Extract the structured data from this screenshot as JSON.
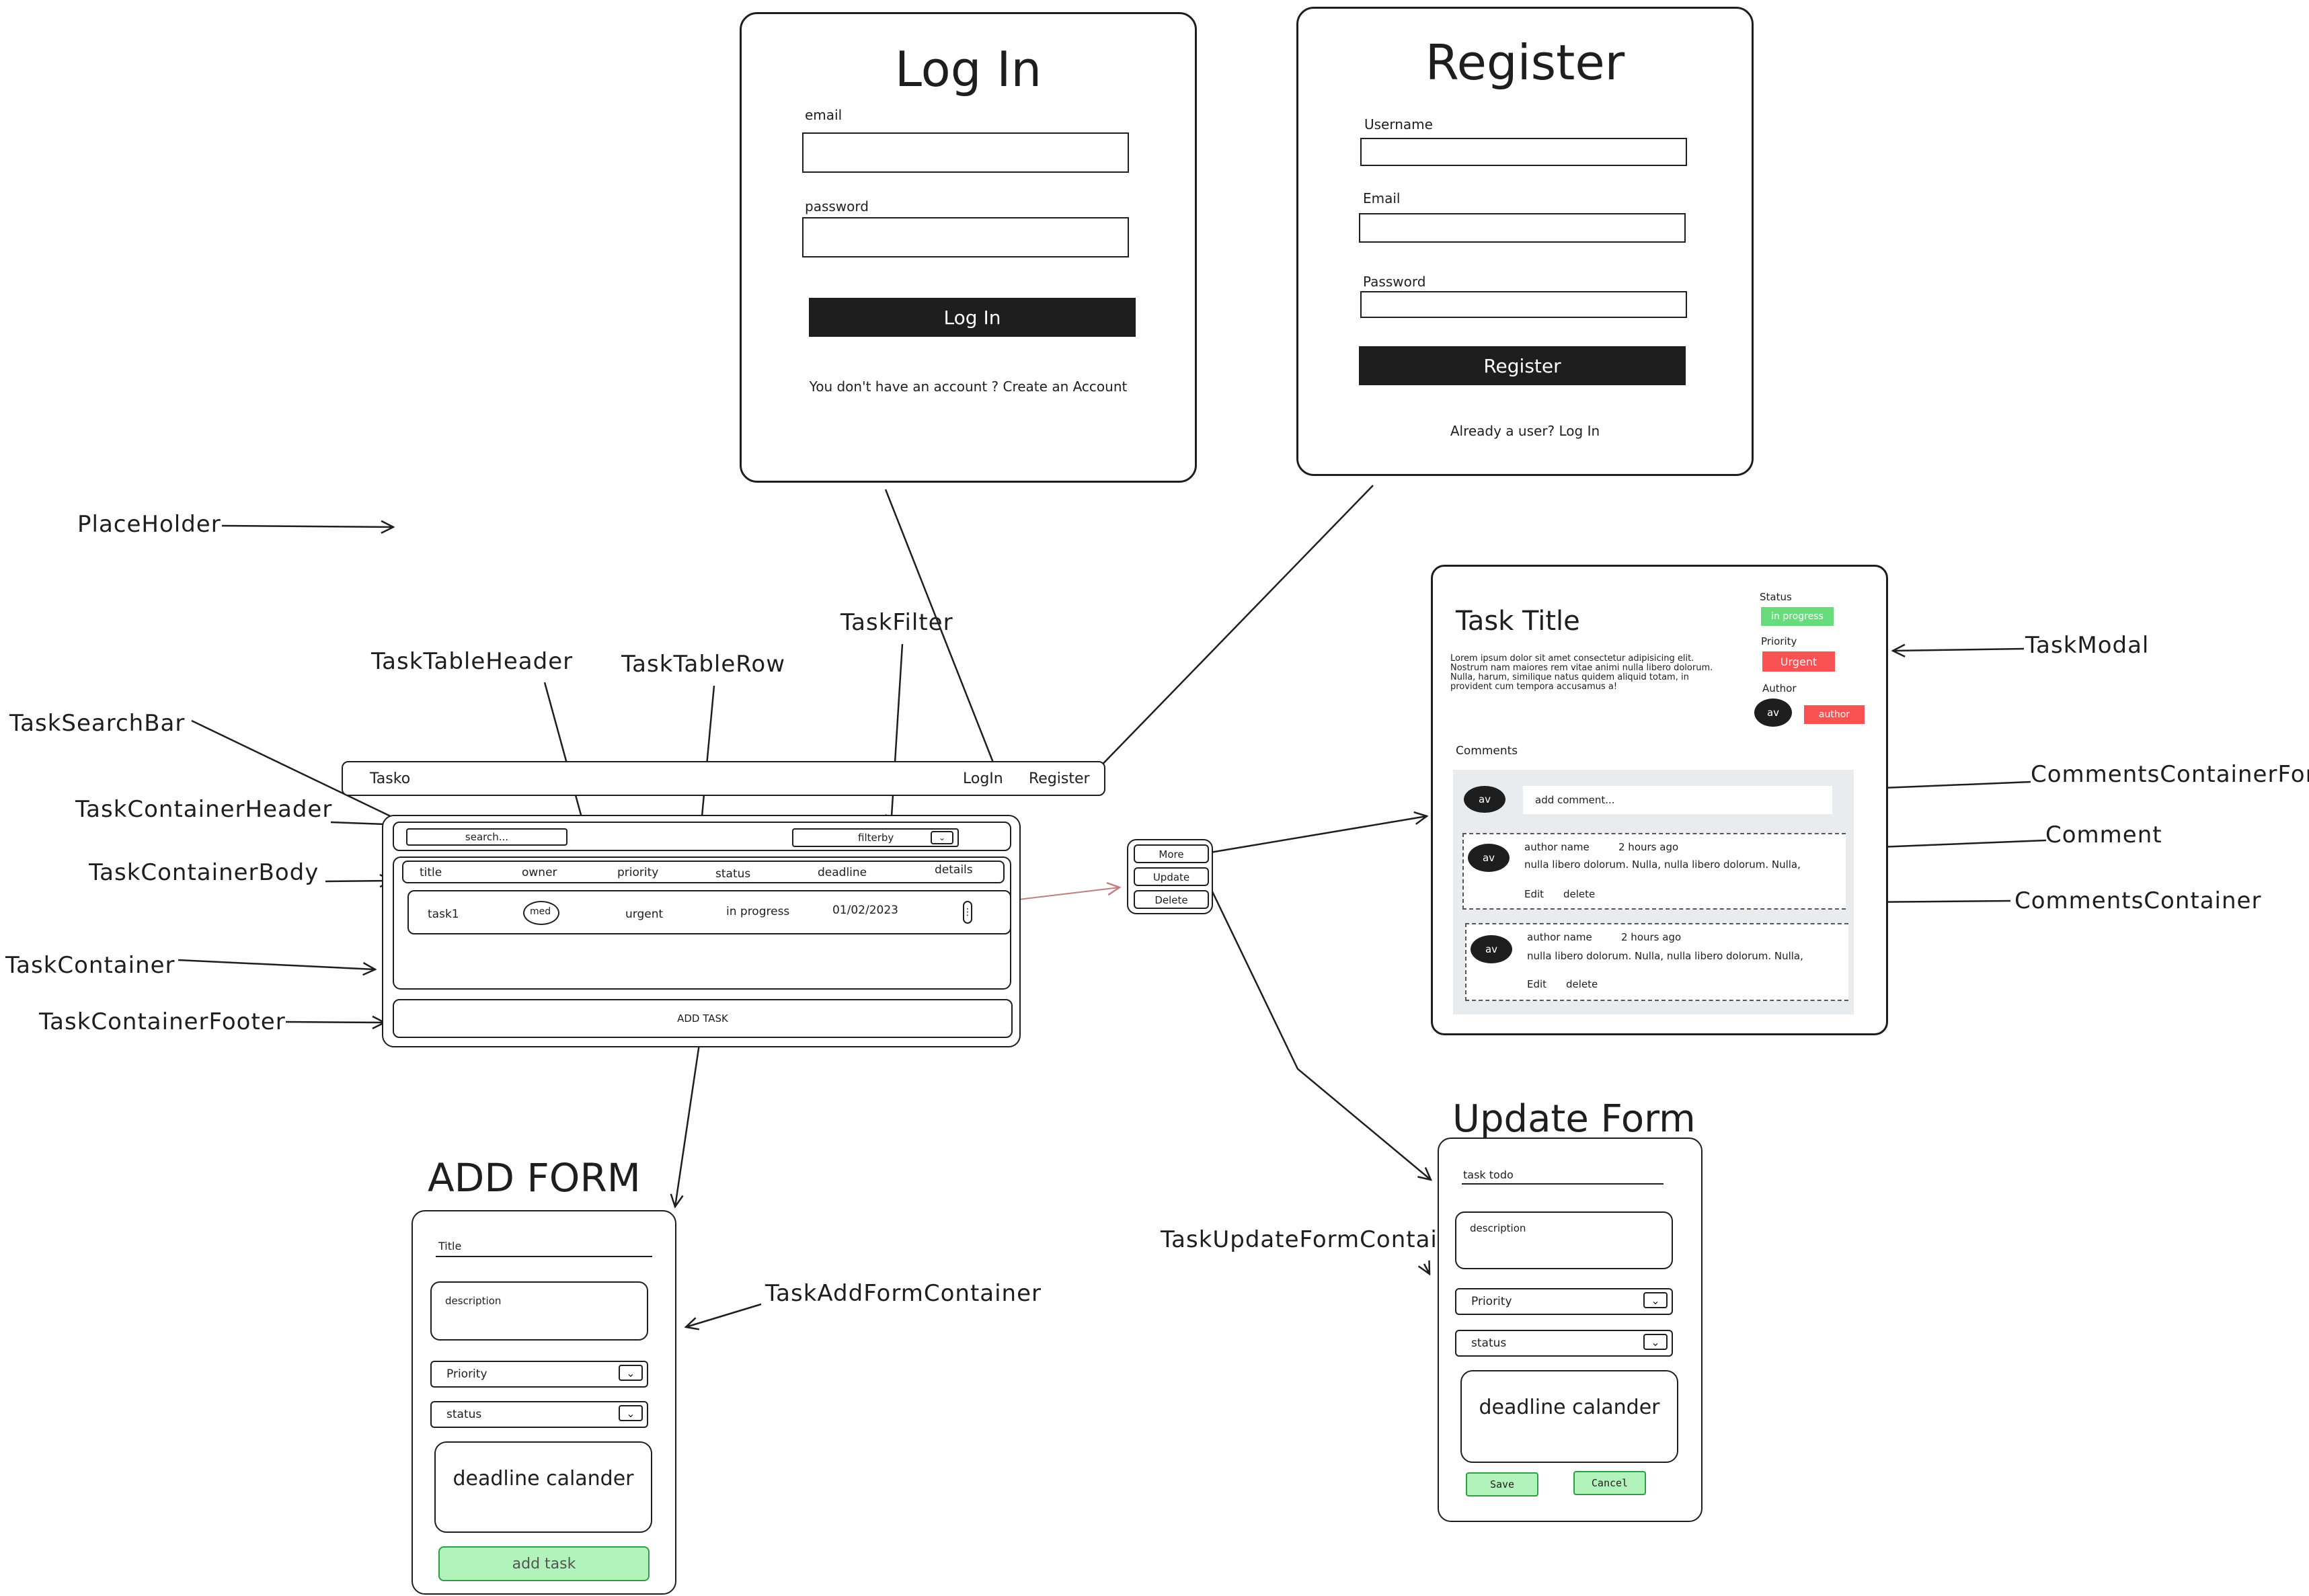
{
  "login": {
    "title": "Log In",
    "email_label": "email",
    "password_label": "password",
    "button": "Log In",
    "footer": "You don't have an account ? Create an Account"
  },
  "register": {
    "title": "Register",
    "username_label": "Username",
    "email_label": "Email",
    "password_label": "Password",
    "button": "Register",
    "footer": "Already a user? Log In"
  },
  "annotations": {
    "placeholder": "PlaceHolder",
    "task_table_header": "TaskTableHeader",
    "task_table_row": "TaskTableRow",
    "task_filter": "TaskFilter",
    "task_search_bar": "TaskSearchBar",
    "task_container_header": "TaskContainerHeader",
    "task_container_body": "TaskContainerBody",
    "task_container": "TaskContainer",
    "task_container_footer": "TaskContainerFooter",
    "task_modal": "TaskModal",
    "comments_container_form": "CommentsContainerForm",
    "comment": "Comment",
    "comments_container": "CommentsContainer",
    "task_add_form_container": "TaskAddFormContainer",
    "task_update_form_container": "TaskUpdateFormContainer"
  },
  "navbar": {
    "brand": "Tasko",
    "login": "LogIn",
    "register": "Register"
  },
  "task_container": {
    "search_placeholder": "search...",
    "filter_label": "filterby",
    "columns": [
      "title",
      "owner",
      "priority",
      "status",
      "deadline",
      "details"
    ],
    "row": {
      "title": "task1",
      "owner": "med",
      "priority": "urgent",
      "status": "in progress",
      "deadline": "01/02/2023"
    },
    "footer_button": "ADD TASK"
  },
  "row_menu": {
    "items": [
      "More",
      "Update",
      "Delete"
    ]
  },
  "task_modal": {
    "title": "Task Title",
    "description": "Lorem ipsum dolor sit amet consectetur adipisicing elit. Nostrum nam maiores rem vitae animi nulla libero dolorum. Nulla, harum, similique natus quidem aliquid totam, in provident cum tempora accusamus a!",
    "status_label": "Status",
    "status_value": "in progress",
    "priority_label": "Priority",
    "priority_value": "Urgent",
    "author_label": "Author",
    "avatar": "av",
    "author_value": "author",
    "comments_label": "Comments",
    "comment_placeholder": "add comment...",
    "comments": [
      {
        "avatar": "av",
        "author": "author name",
        "time": "2 hours ago",
        "text": "nulla libero dolorum. Nulla, nulla libero dolorum. Nulla,",
        "edit": "Edit",
        "delete": "delete"
      },
      {
        "avatar": "av",
        "author": "author name",
        "time": "2 hours ago",
        "text": "nulla libero dolorum. Nulla, nulla libero dolorum. Nulla,",
        "edit": "Edit",
        "delete": "delete"
      }
    ]
  },
  "add_form": {
    "heading": "ADD FORM",
    "title_placeholder": "Title",
    "description_placeholder": "description",
    "priority": "Priority",
    "status": "status",
    "calendar": "deadline calander",
    "submit": "add task"
  },
  "update_form": {
    "heading": "Update Form",
    "title_value": "task todo",
    "description_placeholder": "description",
    "priority": "Priority",
    "status": "status",
    "calendar": "deadline calander",
    "save": "Save",
    "cancel": "Cancel"
  },
  "colors": {
    "ink": "#1e1e1e",
    "green_badge": "#69db7c",
    "red_badge": "#fa5252",
    "green_button": "#b2f2bb",
    "comments_bg": "#e9ecef"
  }
}
